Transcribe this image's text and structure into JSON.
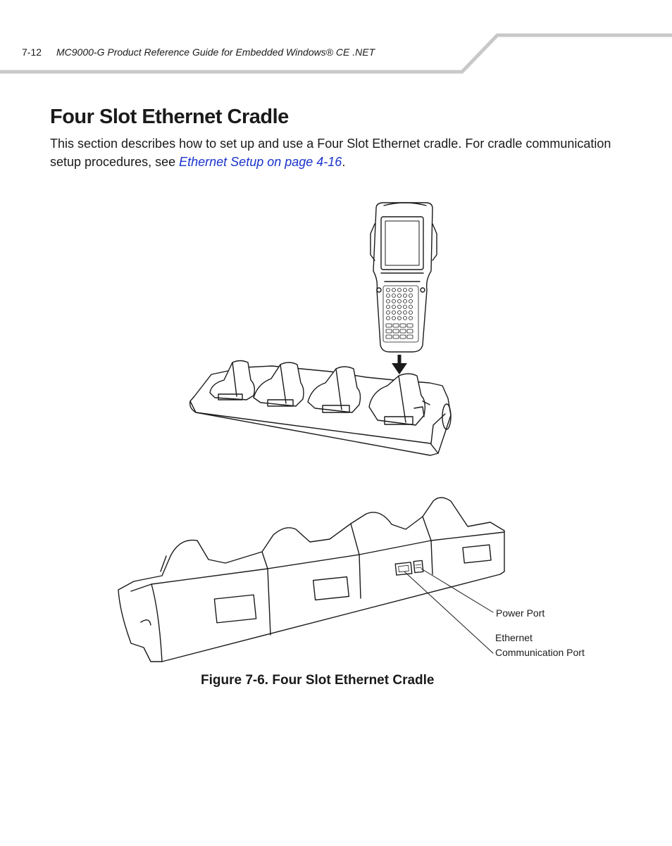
{
  "header": {
    "page_number": "7-12",
    "running_title": "MC9000-G Product Reference Guide for Embedded Windows® CE .NET"
  },
  "section": {
    "heading": "Four Slot Ethernet Cradle",
    "intro_text": "This section describes how to set up and use a Four Slot Ethernet cradle. For cradle communication setup procedures, see ",
    "intro_link": "Ethernet Setup on page 4-16",
    "intro_end": "."
  },
  "figure": {
    "callouts": {
      "power_port": "Power Port",
      "ethernet_line1": "Ethernet",
      "ethernet_line2": "Communication Port"
    },
    "caption": "Figure 7-6.  Four Slot Ethernet Cradle"
  },
  "colors": {
    "link": "#1a33cc",
    "header_rule": "#c8c8c8",
    "line_art": "#1a1a1a"
  }
}
